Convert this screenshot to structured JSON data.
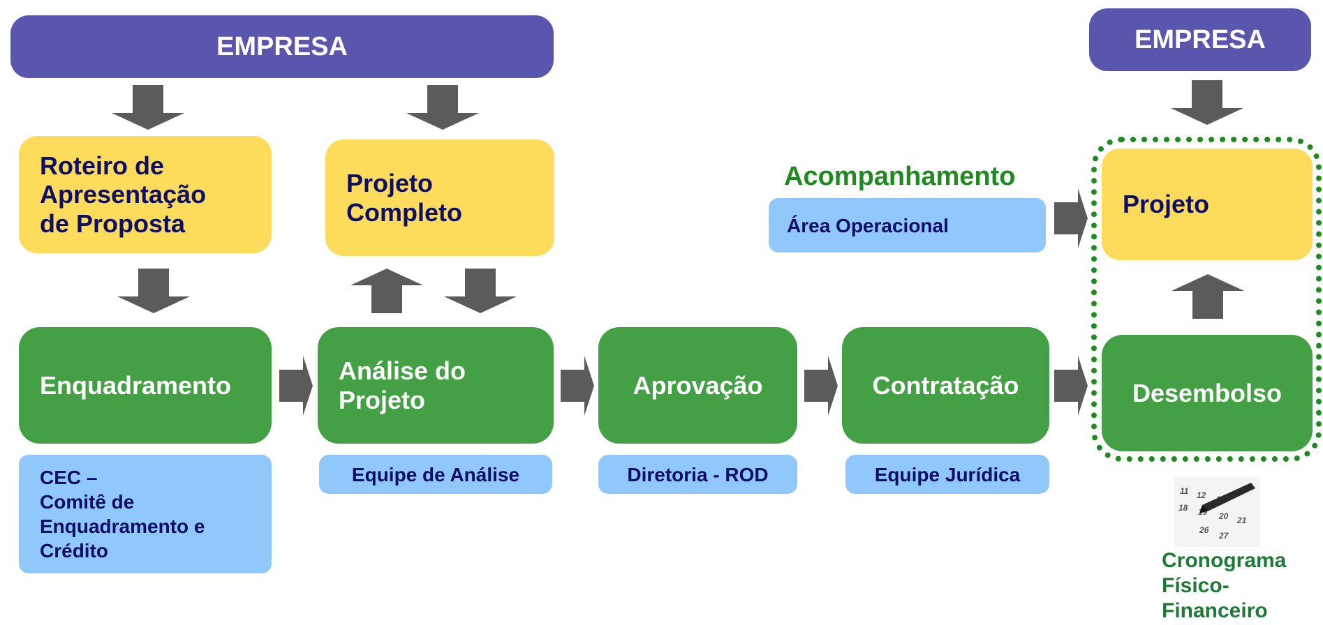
{
  "nodes": {
    "empresa_left": "EMPRESA",
    "empresa_right": "EMPRESA",
    "roteiro": "Roteiro de\nApresentação\nde Proposta",
    "projeto_completo": "Projeto\nCompleto",
    "projeto": "Projeto",
    "enquadramento": "Enquadramento",
    "analise": "Análise do\nProjeto",
    "aprovacao": "Aprovação",
    "contratacao": "Contratação",
    "desembolso": "Desembolso"
  },
  "responsibles": {
    "cec": "CEC –\nComitê de\nEnquadramento e\nCrédito",
    "equipe_analise": "Equipe de Análise",
    "diretoria": "Diretoria - ROD",
    "equipe_juridica": "Equipe Jurídica",
    "area_operacional": "Área Operacional"
  },
  "acompanhamento": {
    "title": "Acompanhamento"
  },
  "cronograma": {
    "label": "Cronograma\nFísico-\nFinanceiro",
    "icon": "calendar-icon",
    "calendar_numbers": [
      "11",
      "12",
      "13",
      "18",
      "19",
      "20",
      "21",
      "26",
      "27"
    ]
  },
  "colors": {
    "purple": "#5a56ad",
    "yellow": "#fddc5c",
    "green": "#44a045",
    "light_blue": "#91c8fc",
    "dark_text": "#0e0e66",
    "arrow": "#5b5b5b",
    "dotted_border": "#1f8a1f"
  }
}
